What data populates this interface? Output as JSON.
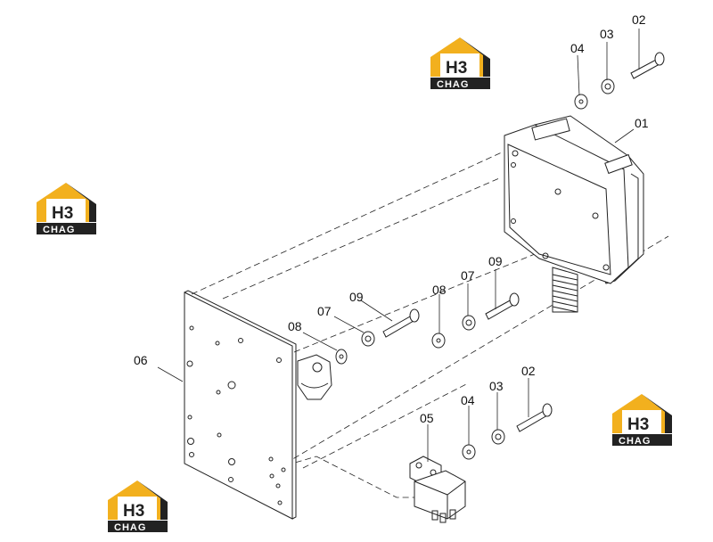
{
  "watermark": {
    "top": "H3",
    "bottom": "CHAG",
    "color_yellow": "#f2b01e",
    "color_dark": "#222222"
  },
  "labels": {
    "p01": "01",
    "p02a": "02",
    "p02b": "02",
    "p03a": "03",
    "p03b": "03",
    "p04a": "04",
    "p04b": "04",
    "p05": "05",
    "p06": "06",
    "p07a": "07",
    "p07b": "07",
    "p08a": "08",
    "p08b": "08",
    "p09a": "09",
    "p09b": "09"
  }
}
